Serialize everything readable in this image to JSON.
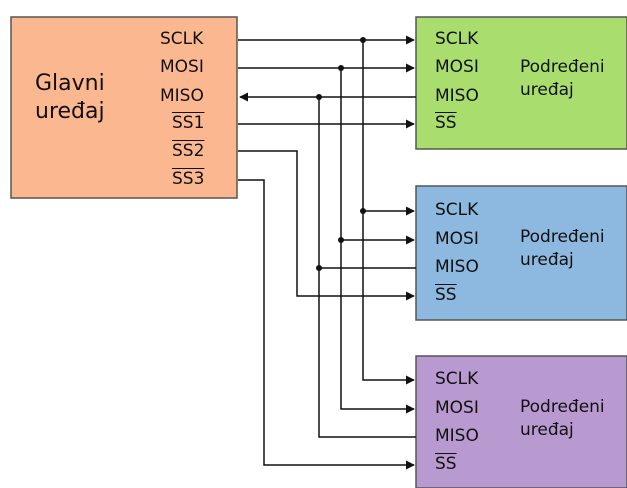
{
  "colors": {
    "master_fill": "#fbb890",
    "slave1_fill": "#a9dd6e",
    "slave2_fill": "#8db8df",
    "slave3_fill": "#b99ad0",
    "line": "#111111"
  },
  "master": {
    "title_line1": "Glavni",
    "title_line2": "uređaj",
    "pins": [
      "SCLK",
      "MOSI",
      "MISO",
      "SS1",
      "SS2",
      "SS3"
    ]
  },
  "slaves": [
    {
      "pins": [
        "SCLK",
        "MOSI",
        "MISO",
        "SS"
      ],
      "title_line1": "Podređeni",
      "title_line2": "uređaj"
    },
    {
      "pins": [
        "SCLK",
        "MOSI",
        "MISO",
        "SS"
      ],
      "title_line1": "Podređeni",
      "title_line2": "uređaj"
    },
    {
      "pins": [
        "SCLK",
        "MOSI",
        "MISO",
        "SS"
      ],
      "title_line1": "Podređeni",
      "title_line2": "uređaj"
    }
  ]
}
